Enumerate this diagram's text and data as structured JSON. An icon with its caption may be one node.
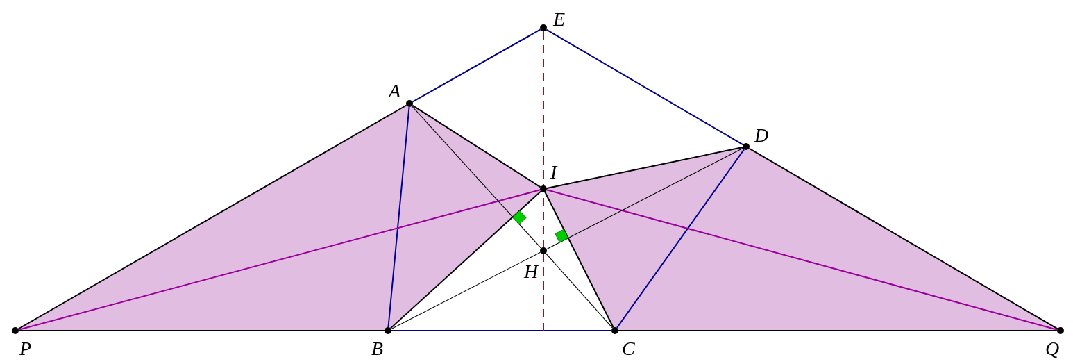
{
  "diagram": {
    "nodes": [
      {
        "text": [
          "E"
        ]
      },
      {
        "text": [
          "A"
        ]
      },
      {
        "text": [
          "D"
        ]
      },
      {
        "text": [
          "I"
        ]
      },
      {
        "text": [
          "H"
        ]
      },
      {
        "text": [
          "P"
        ]
      },
      {
        "text": [
          "B"
        ]
      },
      {
        "text": [
          "C"
        ]
      },
      {
        "text": [
          "Q"
        ]
      }
    ],
    "edges": [
      {
        "from": 0,
        "to": 1,
        "arrow": "none",
        "color": "#00008b"
      },
      {
        "from": 0,
        "to": 2,
        "arrow": "none",
        "color": "#00008b"
      },
      {
        "from": 1,
        "to": 6,
        "arrow": "none",
        "color": "#00008b"
      },
      {
        "from": 6,
        "to": 7,
        "arrow": "none",
        "color": "#00008b"
      },
      {
        "from": 7,
        "to": 2,
        "arrow": "none",
        "color": "#00008b"
      },
      {
        "from": 5,
        "to": 1,
        "arrow": "none"
      },
      {
        "from": 1,
        "to": 3,
        "arrow": "none"
      },
      {
        "from": 3,
        "to": 2,
        "arrow": "none"
      },
      {
        "from": 2,
        "to": 8,
        "arrow": "none"
      },
      {
        "from": 5,
        "to": 6,
        "arrow": "none"
      },
      {
        "from": 7,
        "to": 8,
        "arrow": "none"
      },
      {
        "from": 3,
        "to": 6,
        "arrow": "none"
      },
      {
        "from": 3,
        "to": 7,
        "arrow": "none"
      },
      {
        "from": 5,
        "to": 3,
        "arrow": "none",
        "color": "#990099"
      },
      {
        "from": 3,
        "to": 8,
        "arrow": "none",
        "color": "#990099"
      },
      {
        "from": 1,
        "to": 4,
        "arrow": "none"
      },
      {
        "from": 4,
        "to": 7,
        "arrow": "none"
      },
      {
        "from": 6,
        "to": 4,
        "arrow": "none"
      },
      {
        "from": 4,
        "to": 2,
        "arrow": "none"
      },
      {
        "from": 0,
        "to": null,
        "arrow": "none",
        "style": "dashed",
        "color": "#8b1a1a"
      }
    ]
  }
}
